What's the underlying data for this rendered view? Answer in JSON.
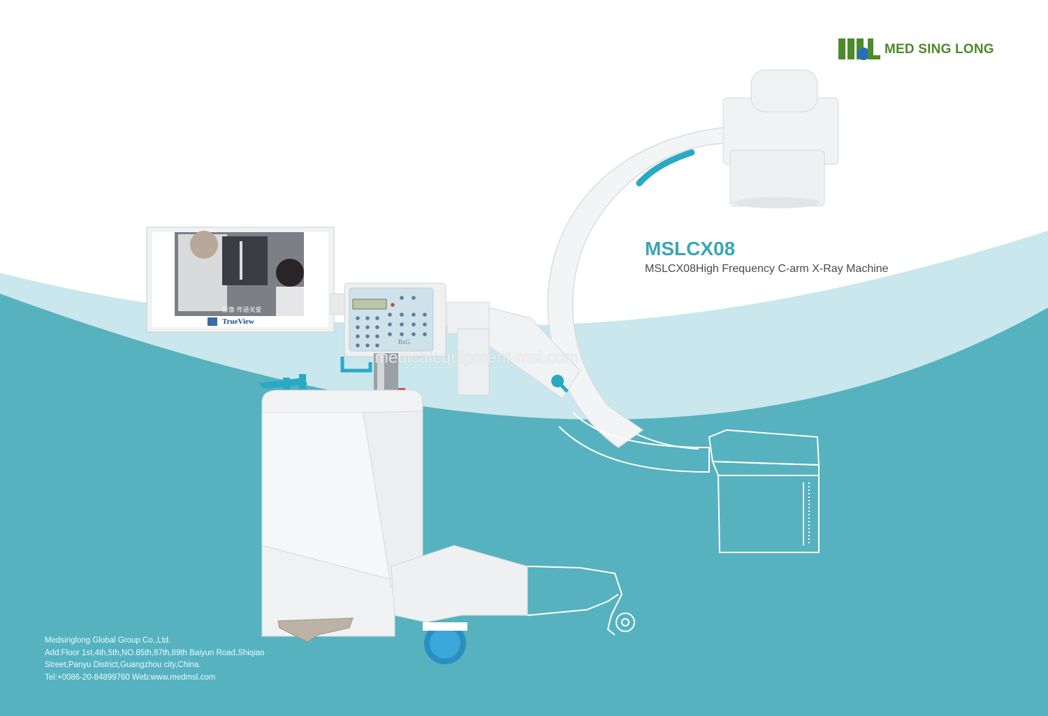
{
  "colors": {
    "teal_band": "#56b2bf",
    "teal_light": "#c6e6eb",
    "accent_cyan": "#2aa9c4",
    "brand_green": "#4c8a2a",
    "brand_blue": "#2a6eb8",
    "machine_white": "#f2f3f4",
    "title_teal": "#3aa6b4"
  },
  "brand": {
    "logo_letters": "MSL",
    "name": "MED SING LONG"
  },
  "product": {
    "model": "MSLCX08",
    "subtitle": "MSLCX08High Frequency C-arm X-Ray Machine"
  },
  "watermark": {
    "text": "medicalequipment-msl.com"
  },
  "monitor": {
    "screen_logo": "TrueView",
    "screen_caption": "影像  传递关爱"
  },
  "control_panel": {
    "label": "BxG"
  },
  "contact": {
    "company": "Medsinglong Global Group Co.,Ltd.",
    "address_line1": "Add:Floor 1st,4th,5th,NO.85th,87th,89th Baiyun Road,Shiqiao",
    "address_line2": "Street,Panyu District,Guangzhou city,China.",
    "tel_web": "Tel:+0086-20-84899760 Web:www.medmsl.com"
  }
}
